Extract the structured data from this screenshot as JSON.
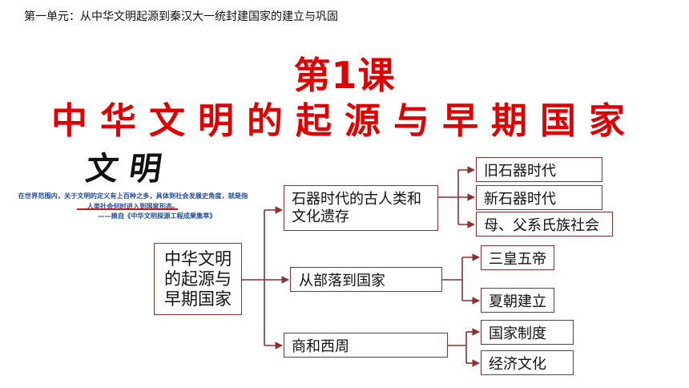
{
  "header": {
    "unit_title": "第一单元：从中华文明起源到秦汉大一统封建国家的建立与巩固",
    "lesson_title": "第1课",
    "lesson_subtitle": "中华文明的起源与早期国家"
  },
  "illustration": {
    "glyphs": "文明",
    "quote_text": "在世界范围内，关于文明的定义有上百种之多，具体到社会发展史角度，就是指人类社会何时进入到国家形态。",
    "quote_source": "——摘自《中华文明探源工程成果集萃》"
  },
  "diagram": {
    "root": [
      "中华文明",
      "的起源与",
      "早期国家"
    ],
    "branches": [
      {
        "label": [
          "石器时代的古人类和",
          "文化遗存"
        ],
        "children": [
          "旧石器时代",
          "新石器时代",
          "母、父系氏族社会"
        ]
      },
      {
        "label": [
          "从部落到国家"
        ],
        "children": [
          "三皇五帝",
          "夏朝建立"
        ]
      },
      {
        "label": [
          "商和西周"
        ],
        "children": [
          "国家制度",
          "经济文化"
        ]
      }
    ]
  },
  "colors": {
    "title_red": "#e10000",
    "connector": "#8c2f2f",
    "quote_blue": "#1f4e9e"
  }
}
